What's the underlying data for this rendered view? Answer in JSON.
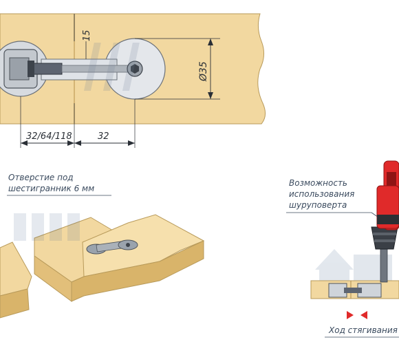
{
  "dimensions": {
    "spacing_options": "32/64/118",
    "hole_offset": "32",
    "edge_distance": "15",
    "hole_diameter": "Ø35"
  },
  "annotations": {
    "hex_hole_line1": "Отверстие под",
    "hex_hole_line2": "шестигранник 6 мм",
    "screwdriver_line1": "Возможность",
    "screwdriver_line2": "использования",
    "screwdriver_line3": "шуруповерта",
    "tightening_travel": "Ход стягивания"
  },
  "colors": {
    "wood": "#f2d8a0",
    "wood_side": "#d9b46a",
    "metal": "#b9bec5",
    "drill_red": "#e02a2a"
  }
}
